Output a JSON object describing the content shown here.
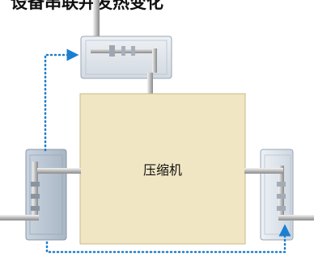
{
  "header": {
    "title": "，设备串联并发热变化"
  },
  "compressor": {
    "label": "压缩机",
    "fill_color": "#f1e6c3",
    "border_color": "#c8b98a"
  },
  "units": {
    "color": "#dde4ec",
    "border_color": "#9aa6b4"
  },
  "flow_arrows": {
    "color": "#1b7fd0",
    "style": "dotted"
  }
}
